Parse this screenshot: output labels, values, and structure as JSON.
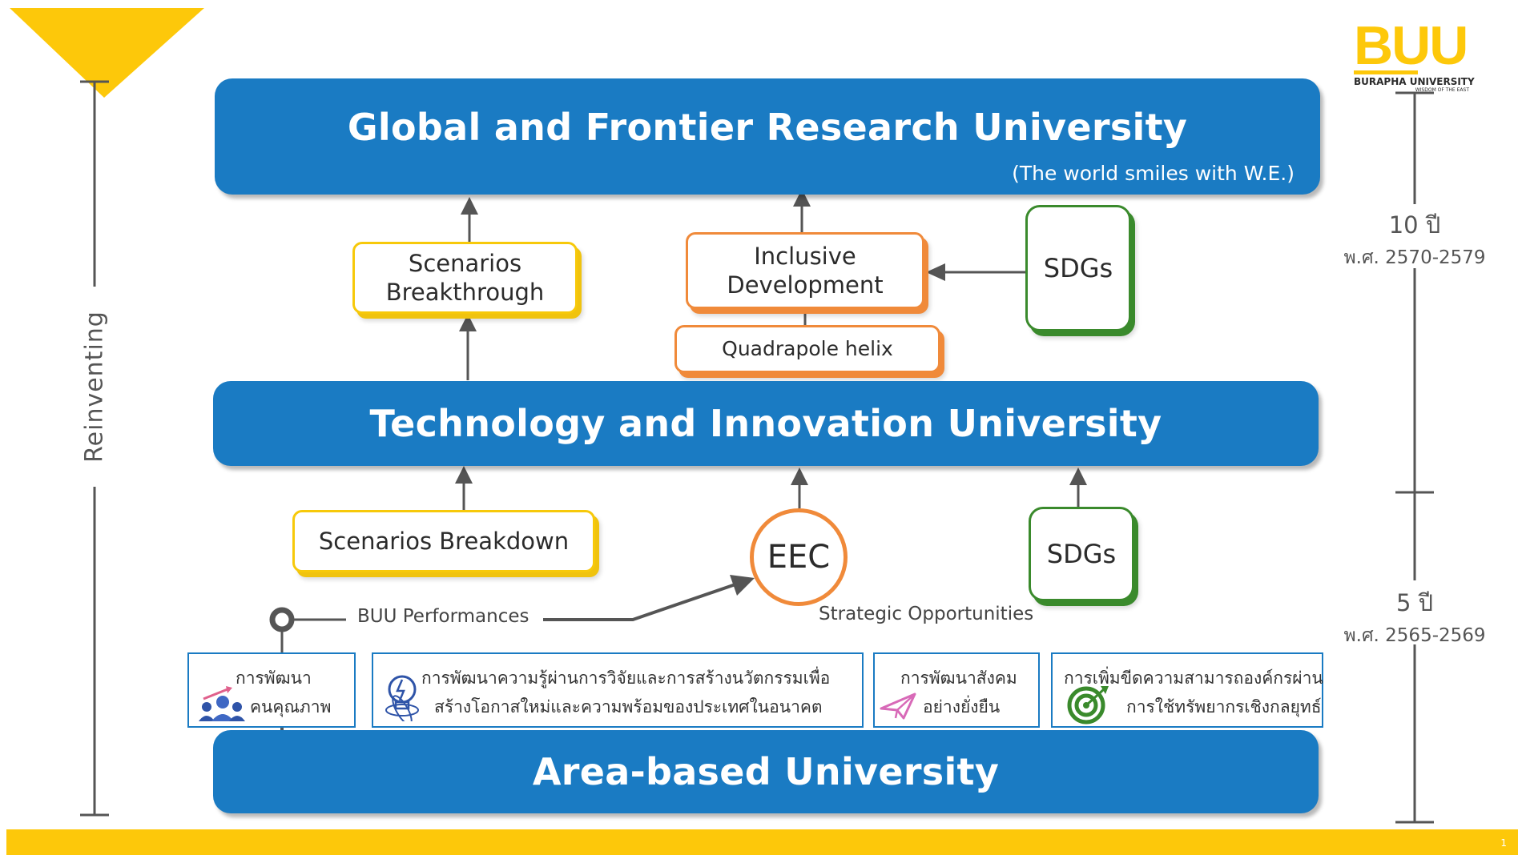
{
  "logo": {
    "text": "BUU",
    "name": "BURAPHA UNIVERSITY",
    "tagline": "WISDOM OF THE EAST"
  },
  "left_axis": {
    "label": "Reinventing"
  },
  "right_axis": {
    "upper": {
      "years": "10 ปี",
      "range": "พ.ศ. 2570-2579"
    },
    "lower": {
      "years": "5 ปี",
      "range": "พ.ศ. 2565-2569"
    }
  },
  "tiers": {
    "global": {
      "title": "Global and Frontier Research University",
      "subtitle": "(The world smiles with W.E.)"
    },
    "technology": {
      "title": "Technology and Innovation University"
    },
    "area": {
      "title": "Area-based University"
    }
  },
  "boxes": {
    "scenarios_breakthrough": "Scenarios Breakthrough",
    "inclusive_development": "Inclusive Development",
    "quadrapole_helix": "Quadrapole helix",
    "sdgs_upper": "SDGs",
    "scenarios_breakdown": "Scenarios Breakdown",
    "eec": "EEC",
    "sdgs_lower": "SDGs"
  },
  "labels": {
    "buu_performances": "BUU Performances",
    "strategic_opportunities": "Strategic Opportunities"
  },
  "pillars": [
    {
      "line1": "การพัฒนา",
      "line2": "คนคุณภาพ"
    },
    {
      "line1": "การพัฒนาความรู้ผ่านการวิจัยและการสร้างนวัตกรรมเพื่อ",
      "line2": "สร้างโอกาสใหม่และความพร้อมของประเทศในอนาคต"
    },
    {
      "line1": "การพัฒนาสังคม",
      "line2": "อย่างยั่งยืน"
    },
    {
      "line1": "การเพิ่มขีดความสามารถองค์กรผ่าน",
      "line2": "การใช้ทรัพยากรเชิงกลยุทธ์"
    }
  ],
  "page_number": "1",
  "colors": {
    "blue": "#1a7bc3",
    "yellow": "#fdc80a",
    "orange": "#f08a3a",
    "green": "#3a8a2c",
    "gray": "#555555"
  }
}
